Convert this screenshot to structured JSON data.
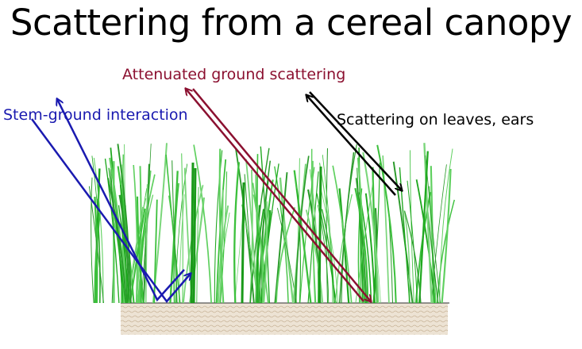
{
  "title": "Scattering  from a cereal canopy",
  "labels": {
    "stem_ground": "Stem-ground interaction",
    "attenuated_ground": "Attenuated ground scattering",
    "leaves_ears": "Scattering on leaves, ears"
  },
  "colors": {
    "stem_ground": "#1a1ab0",
    "attenuated_ground": "#8b1030",
    "leaves_ears": "#000000",
    "vegetation": "#22b022",
    "soil": "#d8c8b0"
  }
}
